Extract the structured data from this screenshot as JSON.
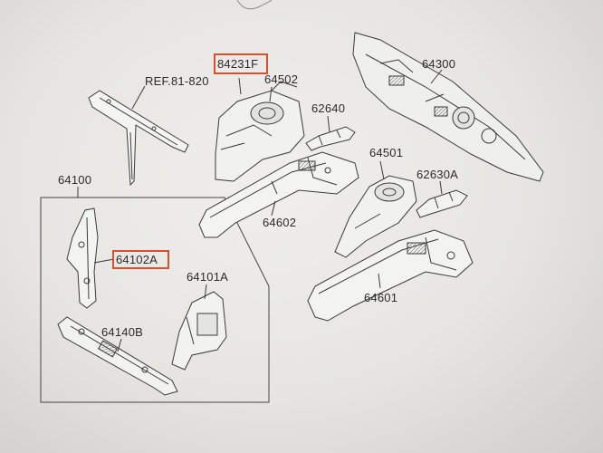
{
  "highlight_color": "#d9512c",
  "line_color": "#3a3a3a",
  "labels": {
    "p84231F": "84231F",
    "ref": "REF.81-820",
    "p64502": "64502",
    "p64300": "64300",
    "p62640": "62640",
    "p64501": "64501",
    "p62630A": "62630A",
    "p64100": "64100",
    "p64602": "64602",
    "p64102A": "64102A",
    "p64101A": "64101A",
    "p64601": "64601",
    "p64140B": "64140B"
  },
  "highlighted": [
    "84231F",
    "64102A"
  ]
}
